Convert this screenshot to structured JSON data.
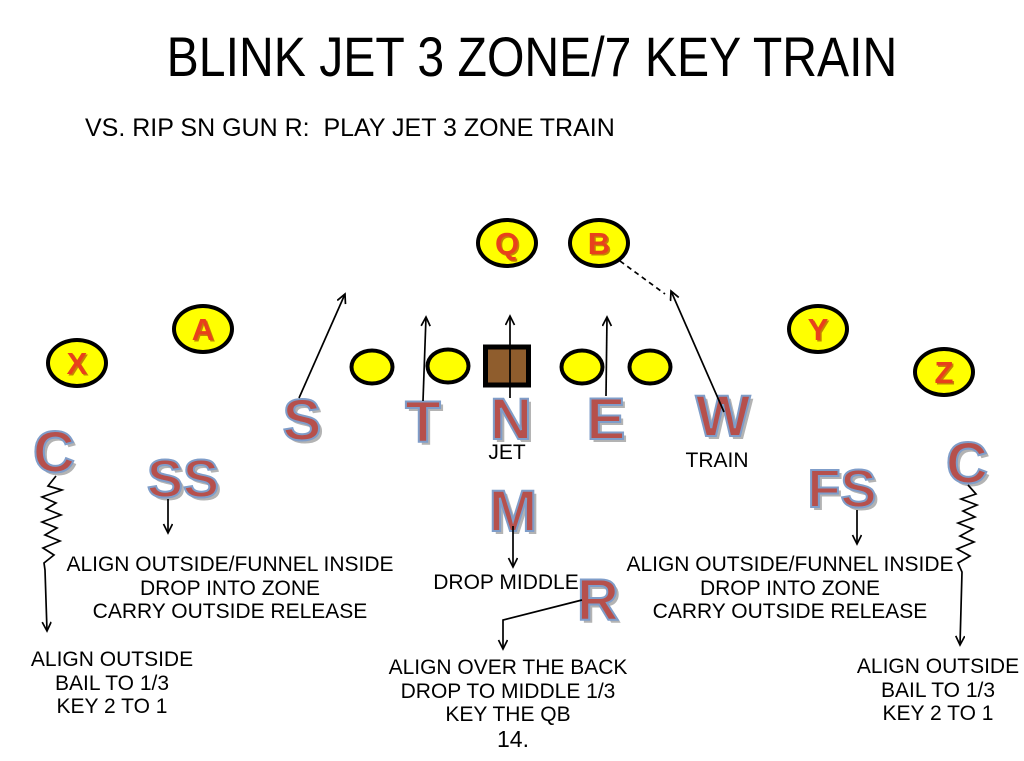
{
  "slide": {
    "title": "BLINK JET 3 ZONE/7 KEY TRAIN",
    "subtitle": "VS. RIP SN GUN R:  PLAY JET 3 ZONE TRAIN",
    "page_number": "14."
  },
  "colors": {
    "player_oval_fill": "#FFFF00",
    "player_oval_border": "#000000",
    "player_letter": "#E8401C",
    "defender_letter_fill": "#B6504C",
    "defender_letter_outline": "#7F9DC9",
    "center_square_fill": "#8F5D2D",
    "line_color": "#000000"
  },
  "offense": {
    "x": "X",
    "a": "A",
    "q": "Q",
    "b": "B",
    "y": "Y",
    "z": "Z"
  },
  "defense": {
    "s": "S",
    "t": "T",
    "n": "N",
    "e": "E",
    "w": "W",
    "m": "M",
    "r": "R",
    "ss": "SS",
    "fs": "FS",
    "c_left": "C",
    "c_right": "C"
  },
  "labels": {
    "jet": "JET",
    "train": "TRAIN"
  },
  "notes": {
    "ss": [
      "ALIGN OUTSIDE/FUNNEL INSIDE",
      "DROP INTO ZONE",
      "CARRY OUTSIDE RELEASE"
    ],
    "fs": [
      "ALIGN OUTSIDE/FUNNEL INSIDE",
      "DROP INTO ZONE",
      "CARRY OUTSIDE RELEASE"
    ],
    "m": "DROP MIDDLE",
    "r": [
      "ALIGN OVER THE BACK",
      "DROP TO MIDDLE 1/3",
      "KEY THE QB"
    ],
    "c_left": [
      "ALIGN OUTSIDE",
      "BAIL TO 1/3",
      "KEY 2 TO 1"
    ],
    "c_right": [
      "ALIGN OUTSIDE",
      "BAIL TO 1/3",
      "KEY 2 TO 1"
    ]
  }
}
